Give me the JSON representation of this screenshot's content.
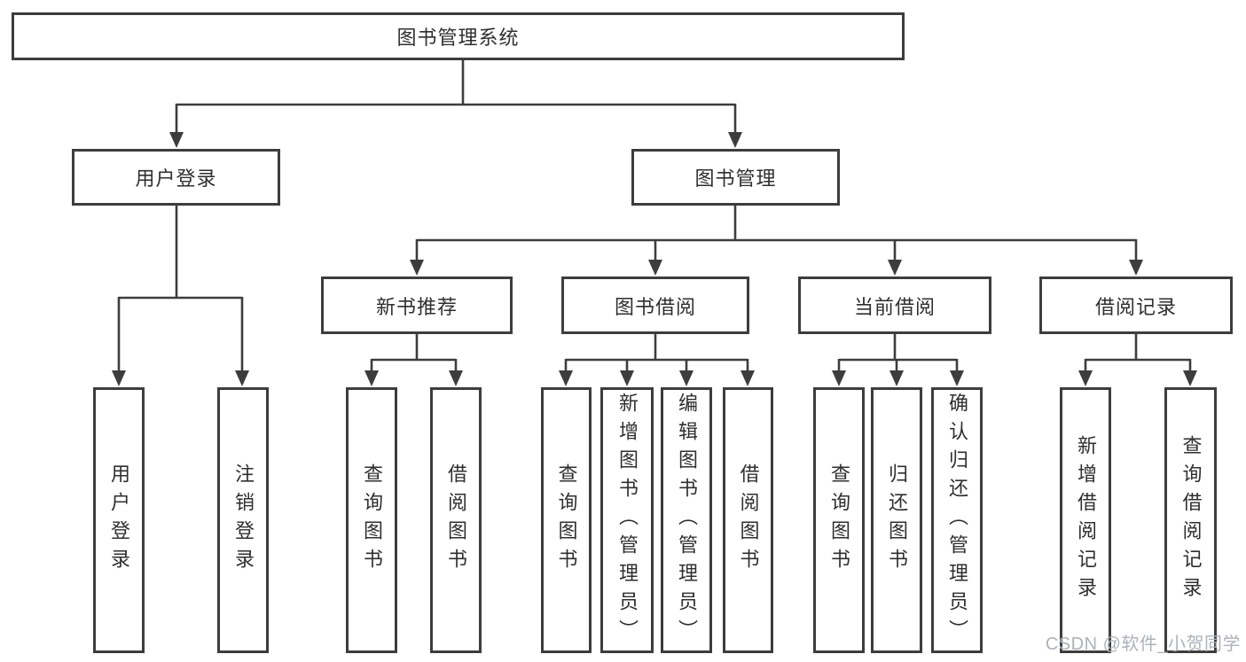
{
  "title": "图书管理系统",
  "watermark": "CSDN @软件_小贺同学",
  "colors": {
    "line": "#3d3d3d",
    "text": "#2f2f2f",
    "background": "#ffffff",
    "watermark": "#adb2b9"
  },
  "nodes": {
    "root": "图书管理系统",
    "user_login": "用户登录",
    "book_mgmt": "图书管理",
    "ul_login": "用户登录",
    "ul_logout": "注销登录",
    "new_rec": "新书推荐",
    "borrow": "图书借阅",
    "current": "当前借阅",
    "records": "借阅记录",
    "nr_query": "查询图书",
    "nr_borrow": "借阅图书",
    "bw_query": "查询图书",
    "bw_add": "新增图书（管理员）",
    "bw_edit": "编辑图书（管理员）",
    "bw_borrow": "借阅图书",
    "cb_query": "查询图书",
    "cb_return": "归还图书",
    "cb_confirm": "确认归还（管理员）",
    "rc_add": "新增借阅记录",
    "rc_query": "查询借阅记录"
  },
  "hierarchy": {
    "图书管理系统": [
      "用户登录",
      "图书管理"
    ],
    "用户登录": [
      "用户登录",
      "注销登录"
    ],
    "图书管理": [
      "新书推荐",
      "图书借阅",
      "当前借阅",
      "借阅记录"
    ],
    "新书推荐": [
      "查询图书",
      "借阅图书"
    ],
    "图书借阅": [
      "查询图书",
      "新增图书（管理员）",
      "编辑图书（管理员）",
      "借阅图书"
    ],
    "当前借阅": [
      "查询图书",
      "归还图书",
      "确认归还（管理员）"
    ],
    "借阅记录": [
      "新增借阅记录",
      "查询借阅记录"
    ]
  }
}
